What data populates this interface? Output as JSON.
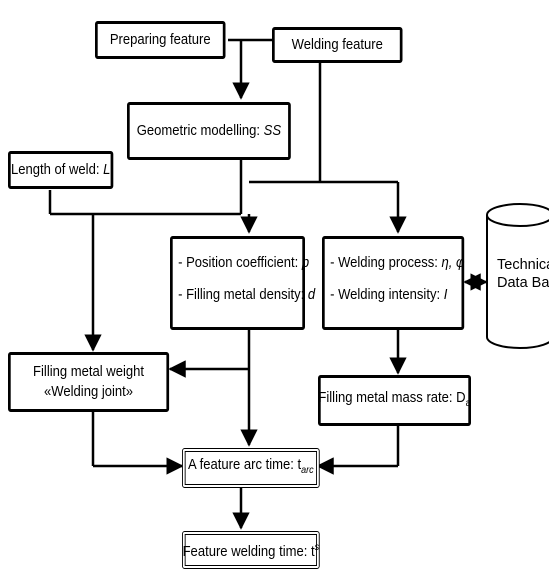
{
  "boxes": {
    "preparing": "Preparing feature",
    "welding": "Welding feature",
    "geometric": {
      "text": "Geometric modelling: ",
      "var": "SS"
    },
    "length": {
      "text": "Length of weld: ",
      "var": "L"
    },
    "position": {
      "text": "- Position coefficient: ",
      "var": "p"
    },
    "density": {
      "text": "- Filling metal density: ",
      "var": "d"
    },
    "process": {
      "text": "- Welding process: ",
      "var": "η, φ"
    },
    "intensity": {
      "text": "- Welding intensity: ",
      "var": "I"
    },
    "weight": {
      "line1": "Filling metal weight",
      "line2": "«Welding joint»"
    },
    "massrate": {
      "text": "Filling metal mass rate: D",
      "sub": "a"
    },
    "arctime": {
      "text": "A feature arc time: t",
      "sub": "arc"
    },
    "weldtime": {
      "text": "Feature welding time: t",
      "sup": "s"
    }
  },
  "database": {
    "line1": "Technical",
    "line2": "Data Base"
  }
}
